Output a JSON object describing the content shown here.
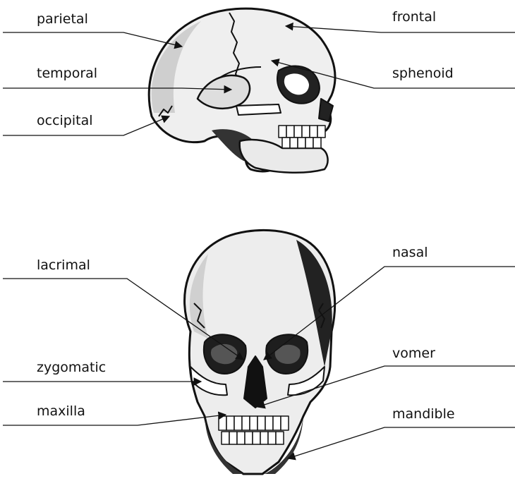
{
  "side_view": {
    "labels": {
      "parietal": "parietal",
      "temporal": "temporal",
      "occipital": "occipital",
      "frontal": "frontal",
      "sphenoid": "sphenoid"
    }
  },
  "front_view": {
    "labels": {
      "lacrimal": "lacrimal",
      "zygomatic": "zygomatic",
      "maxilla": "maxilla",
      "nasal": "nasal",
      "vomer": "vomer",
      "mandible": "mandible"
    }
  }
}
